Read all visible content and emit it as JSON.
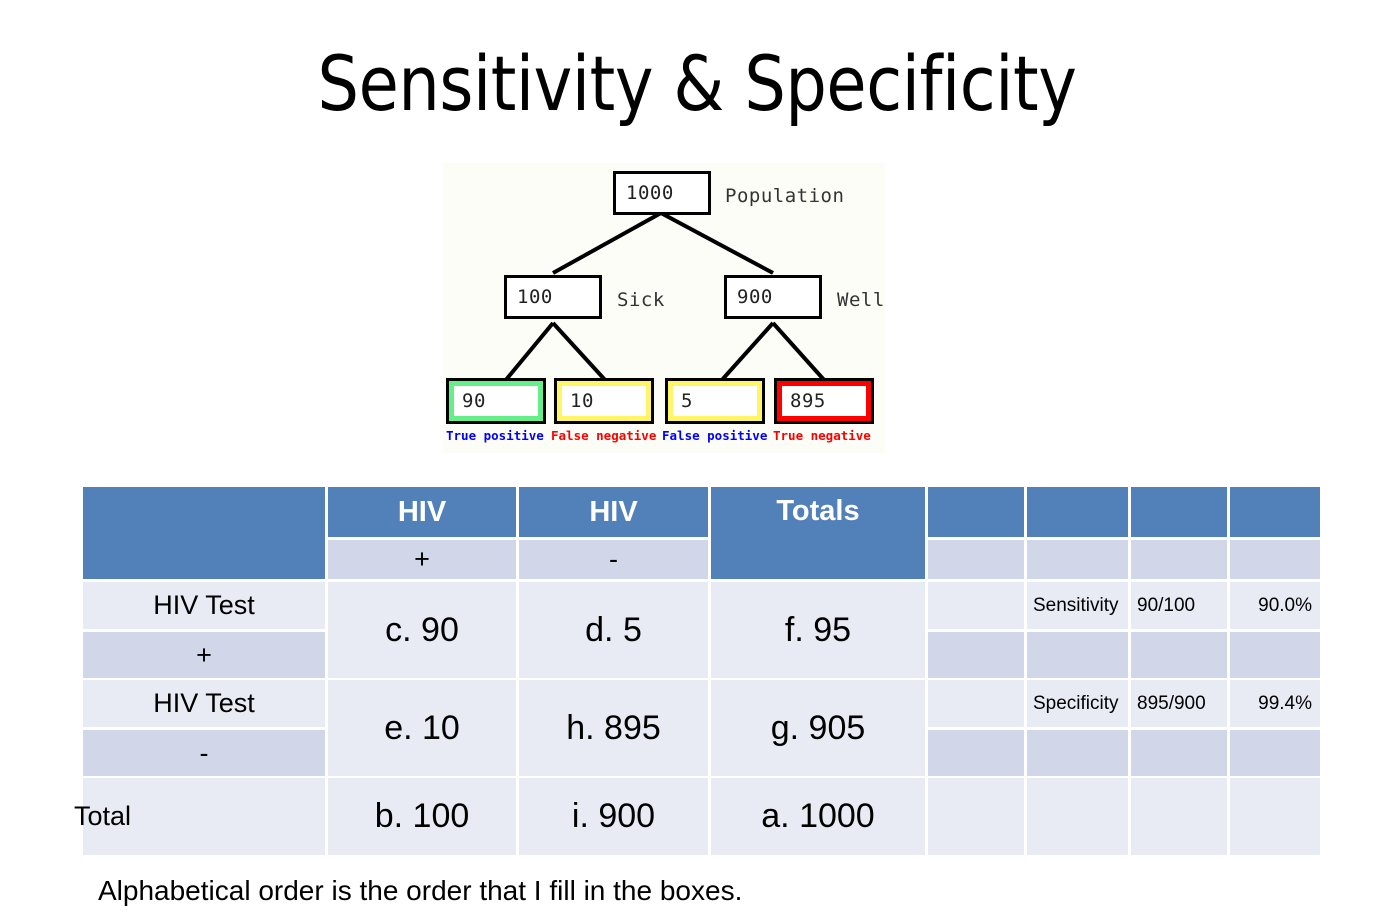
{
  "slide": {
    "title": "Sensitivity & Specificity",
    "footnote": "Alphabetical order is the order that I fill in the boxes."
  },
  "diagram": {
    "root": {
      "value": "1000",
      "label": "Population"
    },
    "level2": [
      {
        "value": "100",
        "label": "Sick"
      },
      {
        "value": "900",
        "label": "Well"
      }
    ],
    "leaves": [
      {
        "value": "90",
        "label": "True positive",
        "fill": "#66ee88",
        "label_color": "#0000ff"
      },
      {
        "value": "10",
        "label": "False negative",
        "fill": "#fff566",
        "label_color": "#ff0000"
      },
      {
        "value": "5",
        "label": "False positive",
        "fill": "#fff566",
        "label_color": "#0000ff"
      },
      {
        "value": "895",
        "label": "True negative",
        "fill": "#ff0000",
        "label_color": "#ff0000"
      }
    ]
  },
  "table": {
    "header": {
      "corner": "",
      "col_hiv_pos": "HIV",
      "col_hiv_neg": "HIV",
      "col_totals": "Totals",
      "sub_pos": "+",
      "sub_neg": "-"
    },
    "rows": [
      {
        "stub_line1": "HIV Test",
        "stub_line2": "+",
        "hiv_pos": "c. 90",
        "hiv_neg": "d. 5",
        "totals": "f. 95",
        "metric_label": "Sensitivity",
        "metric_ratio": "90/100",
        "metric_pct": "90.0%"
      },
      {
        "stub_line1": "HIV Test",
        "stub_line2": "-",
        "hiv_pos": "e. 10",
        "hiv_neg": "h. 895",
        "totals": "g. 905",
        "metric_label": "Specificity",
        "metric_ratio": "895/900",
        "metric_pct": "99.4%"
      },
      {
        "stub_line1": "Total",
        "stub_line2": "",
        "hiv_pos": "b. 100",
        "hiv_neg": "i. 900",
        "totals": "a. 1000",
        "metric_label": "",
        "metric_ratio": "",
        "metric_pct": ""
      }
    ]
  },
  "colors": {
    "header_blue": "#5280b8",
    "row_light": "#e8ebf4",
    "row_mid": "#d1d7e8"
  }
}
